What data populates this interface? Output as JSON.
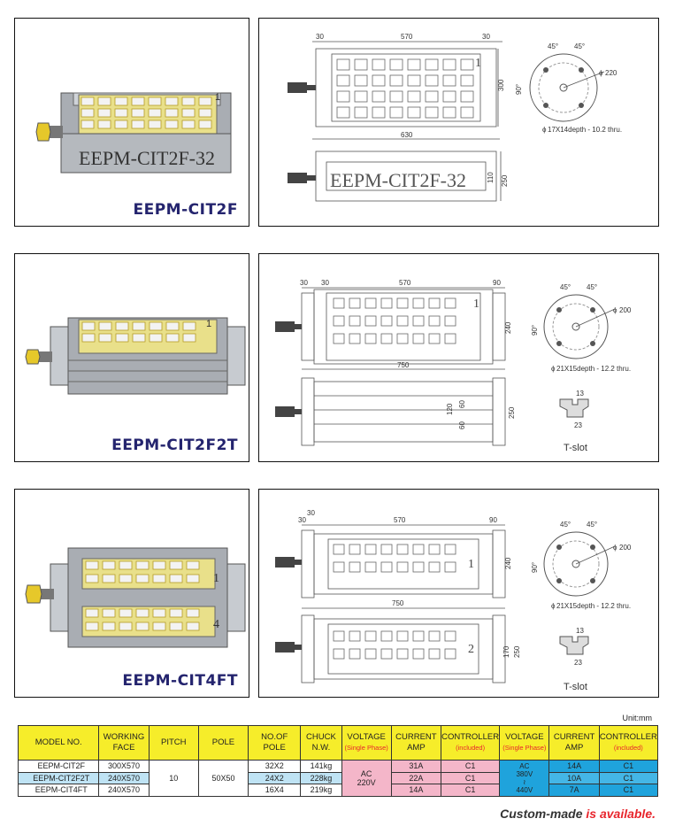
{
  "rows": [
    {
      "photo": {
        "label": "EEPM-CIT2F",
        "engrave": "EEPM-CIT2F-32",
        "face_digit": "1"
      },
      "drawing": {
        "top_dims": [
          "30",
          "570",
          "30"
        ],
        "right_dim": "300",
        "bottom_dim": "630",
        "face_digit": "1",
        "side_engrave": "EEPM-CIT2F-32",
        "side_dims": [
          "110",
          "250"
        ],
        "circle": {
          "angles": [
            "45°",
            "45°",
            "90°"
          ],
          "diameter": "220",
          "note": "17X14depth  -  10.2 thru."
        }
      }
    },
    {
      "photo": {
        "label": "EEPM-CIT2F2T",
        "face_digit": "1"
      },
      "drawing": {
        "top_dims": [
          "30",
          "30",
          "570",
          "90"
        ],
        "right_dim": "240",
        "bottom_dim": "750",
        "face_digit": "1",
        "side_dims": [
          "120",
          "60",
          "60",
          "250"
        ],
        "circle": {
          "angles": [
            "45°",
            "45°",
            "90°"
          ],
          "diameter": "200",
          "note": "21X15depth  -  12.2 thru."
        },
        "tslot": {
          "dims": [
            "13",
            "23"
          ],
          "label": "T-slot"
        }
      }
    },
    {
      "photo": {
        "label": "EEPM-CIT4FT",
        "face_digits": [
          "1",
          "4"
        ]
      },
      "drawing": {
        "top_dims": [
          "30",
          "30",
          "570",
          "90"
        ],
        "right_dim": "240",
        "bottom_dim": "750",
        "face_digits": [
          "1",
          "2"
        ],
        "side_dims": [
          "170",
          "250"
        ],
        "circle": {
          "angles": [
            "45°",
            "45°",
            "90°"
          ],
          "diameter": "200",
          "note": "21X15depth  -  12.2 thru."
        },
        "tslot": {
          "dims": [
            "13",
            "23"
          ],
          "label": "T-slot"
        }
      }
    }
  ],
  "unit": "Unit:mm",
  "table": {
    "headers": {
      "model": "MODEL NO.",
      "face_1": "WORKING",
      "face_2": "FACE",
      "pitch": "PITCH",
      "pole": "POLE",
      "nopole_1": "NO.OF",
      "nopole_2": "POLE",
      "chuck_1": "CHUCK",
      "chuck_2": "N.W.",
      "voltage": "VOLTAGE",
      "voltage_sub": "(Single Phase)",
      "current_1": "CURRENT",
      "current_2": "AMP",
      "controller": "CONTROLLER",
      "controller_sub": "(included)"
    },
    "rows": [
      {
        "model": "EEPM-CIT2F",
        "face": "300X570",
        "nopole": "32X2",
        "chuck": "141kg",
        "amp1": "31A",
        "ctrl1": "C1",
        "amp2": "14A",
        "ctrl2": "C1"
      },
      {
        "model": "EEPM-CIT2F2T",
        "face": "240X570",
        "nopole": "24X2",
        "chuck": "228kg",
        "amp1": "22A",
        "ctrl1": "C1",
        "amp2": "10A",
        "ctrl2": "C1"
      },
      {
        "model": "EEPM-CIT4FT",
        "face": "240X570",
        "nopole": "16X4",
        "chuck": "219kg",
        "amp1": "14A",
        "ctrl1": "C1",
        "amp2": "7A",
        "ctrl2": "C1"
      }
    ],
    "pitch": "10",
    "pole": "50X50",
    "volt1_a": "AC",
    "volt1_b": "220V",
    "volt2_a": "AC",
    "volt2_b": "380V",
    "volt2_c": "≀",
    "volt2_d": "440V"
  },
  "footer": {
    "text": "Custom-made",
    "highlight": "is available."
  },
  "colors": {
    "header": "#f6ed2a",
    "light_blue": "#bfe3f4",
    "pink": "#f4b6c9",
    "blue": "#1fa3dc",
    "label_navy": "#24246e"
  }
}
